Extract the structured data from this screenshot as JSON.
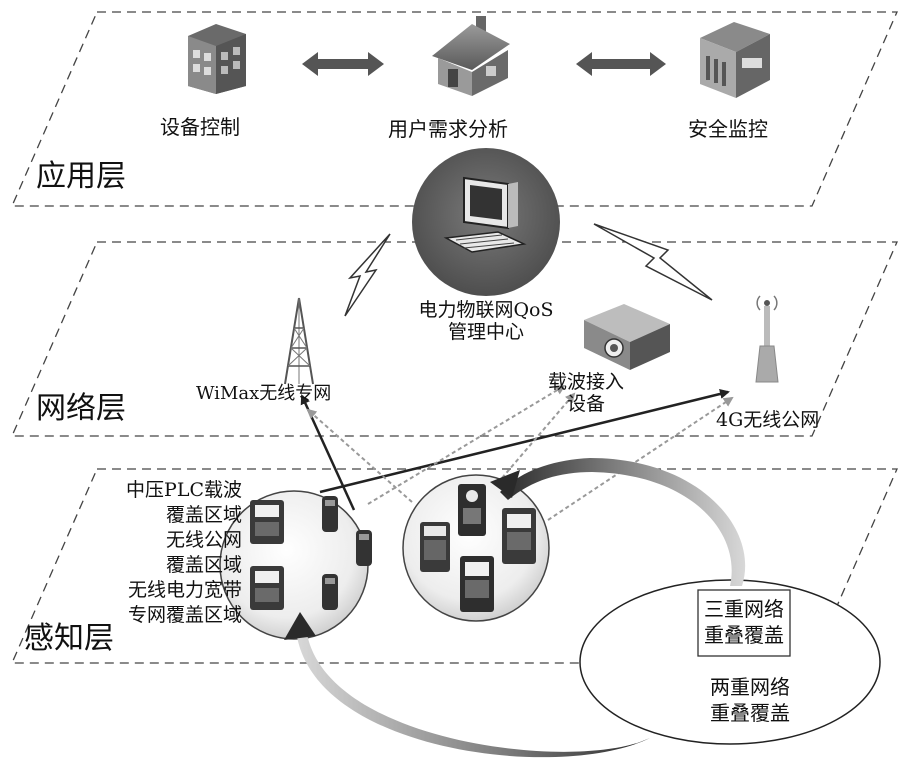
{
  "layers": {
    "application": "应用层",
    "network": "网络层",
    "perception": "感知层"
  },
  "application_items": [
    {
      "label": "设备控制",
      "icon": "building-icon"
    },
    {
      "label": "用户需求分析",
      "icon": "house-icon"
    },
    {
      "label": "安全监控",
      "icon": "bank-icon"
    }
  ],
  "network": {
    "center_line1": "电力物联网QoS",
    "center_line2": "管理中心",
    "center_icon": "computer-icon",
    "wimax": "WiMax无线专网",
    "carrier_line1": "载波接入",
    "carrier_line2": "设备",
    "g4": "4G无线公网"
  },
  "perception": {
    "coverage_lines": [
      "中压PLC载波",
      "覆盖区域",
      "无线公网",
      "覆盖区域",
      "无线电力宽带",
      "专网覆盖区域"
    ],
    "triple_line1": "三重网络",
    "triple_line2": "重叠覆盖",
    "double_line1": "两重网络",
    "double_line2": "重叠覆盖"
  }
}
